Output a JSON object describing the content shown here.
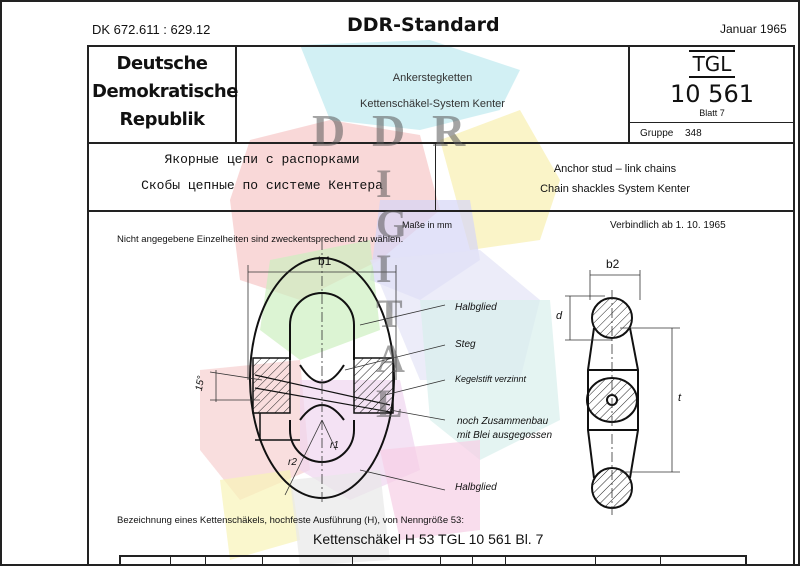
{
  "header": {
    "dk": "DK  672.611 : 629.12",
    "title": "DDR-Standard",
    "date": "Januar 1965"
  },
  "logo": {
    "line1": "Deutsche",
    "line2": "Demokratische",
    "line3": "Republik"
  },
  "title_de": {
    "line1": "Ankerstegketten",
    "line2": "Kettenschäkel-System Kenter"
  },
  "tgl": {
    "label": "TGL",
    "number": "10 561",
    "sheet": "Blatt 7",
    "group_label": "Gruppe",
    "group": "348"
  },
  "title_ru": {
    "line1": "Якорные цепи с распорками",
    "line2": "Скобы цепные по системе Кентера"
  },
  "title_en": {
    "line1": "Anchor stud – link chains",
    "line2": "Chain shackles System Kenter"
  },
  "body": {
    "units": "Maße in mm",
    "valid": "Verbindlich ab 1. 10. 1965",
    "note": "Nicht angegebene Einzelheiten sind zweckentsprechend zu wählen.",
    "designation_intro": "Bezeichnung eines Kettenschäkels, hochfeste Ausführung (H), von Nenngröße 53:",
    "designation": "Kettenschäkel H 53   TGL 10 561 Bl. 7"
  },
  "drawing": {
    "labels": {
      "halbglied_top": "Halbglied",
      "steg": "Steg",
      "kegelstift": "Kegelstift verzinnt",
      "blei1": "noch Zusammenbau",
      "blei2": "mit Blei ausgegossen",
      "halbglied_bottom": "Halbglied"
    },
    "dims": {
      "b1": "b1",
      "b2": "b2",
      "d": "d",
      "t": "t",
      "angle": "15°",
      "r1": "r1",
      "r2": "r2"
    }
  },
  "watermark": {
    "text": "DDR DIGITAL"
  }
}
